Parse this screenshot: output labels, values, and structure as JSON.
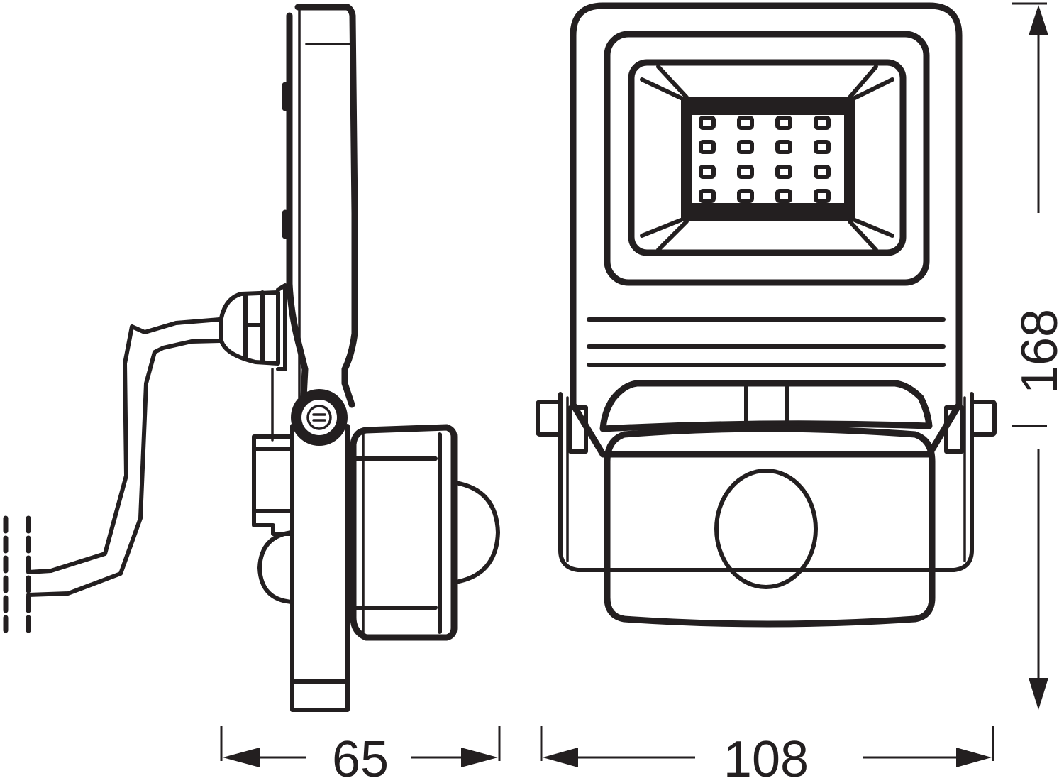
{
  "diagram": {
    "type": "technical-dimension-drawing",
    "subject": "LED floodlight with motion sensor",
    "views": [
      {
        "name": "side-view",
        "label": ""
      },
      {
        "name": "front-view",
        "label": ""
      }
    ],
    "front_view": {
      "led_grid": {
        "rows": 4,
        "cols": 4
      }
    },
    "colors": {
      "line": "#231f20",
      "background": "#ffffff"
    }
  },
  "dimensions": {
    "depth": {
      "value": "65",
      "orientation": "horizontal"
    },
    "width": {
      "value": "108",
      "orientation": "horizontal"
    },
    "height": {
      "value": "168",
      "orientation": "vertical"
    }
  }
}
